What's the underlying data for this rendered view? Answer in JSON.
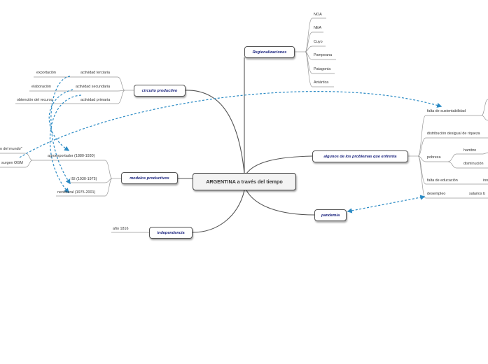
{
  "central": "ARGENTINA a través del tiempo",
  "regionalizaciones": {
    "label": "Regionalizaciones",
    "items": [
      "NOA",
      "NEA",
      "Cuyo",
      "Pampeana",
      "Patagonia",
      "Antártica"
    ]
  },
  "circuito": {
    "label": "circuito productivo",
    "stages": [
      "actividad terciaria",
      "actividad secundaria",
      "actividad primaria"
    ],
    "details": [
      "exportación",
      "elaboración",
      "obtención del recurso"
    ]
  },
  "modelos": {
    "label": "modelos productivos",
    "items": [
      "agroexportador (1880-1930)",
      "ISI (1930-1975)",
      "neoliberal (1975-2001)"
    ],
    "sub": [
      "o del mundo\"",
      "surgen OGM"
    ]
  },
  "independencia": {
    "label": "independencia",
    "items": [
      "año 1816"
    ]
  },
  "problemas": {
    "label": "algunos de los problemas que enfrenta",
    "items": [
      "falta de sustentabilidad",
      "distribución desigual de riqueza",
      "pobreza",
      "falta de educación",
      "desempleo"
    ],
    "pobreza_sub": [
      "hambre",
      "disminución"
    ],
    "educacion_sub": "inn",
    "desempleo_sub": "salarios b"
  },
  "pandemia": {
    "label": "pandemia"
  },
  "colors": {
    "topic_text": "#1a237e",
    "line": "#555555",
    "relation": "#2a8ac4"
  }
}
